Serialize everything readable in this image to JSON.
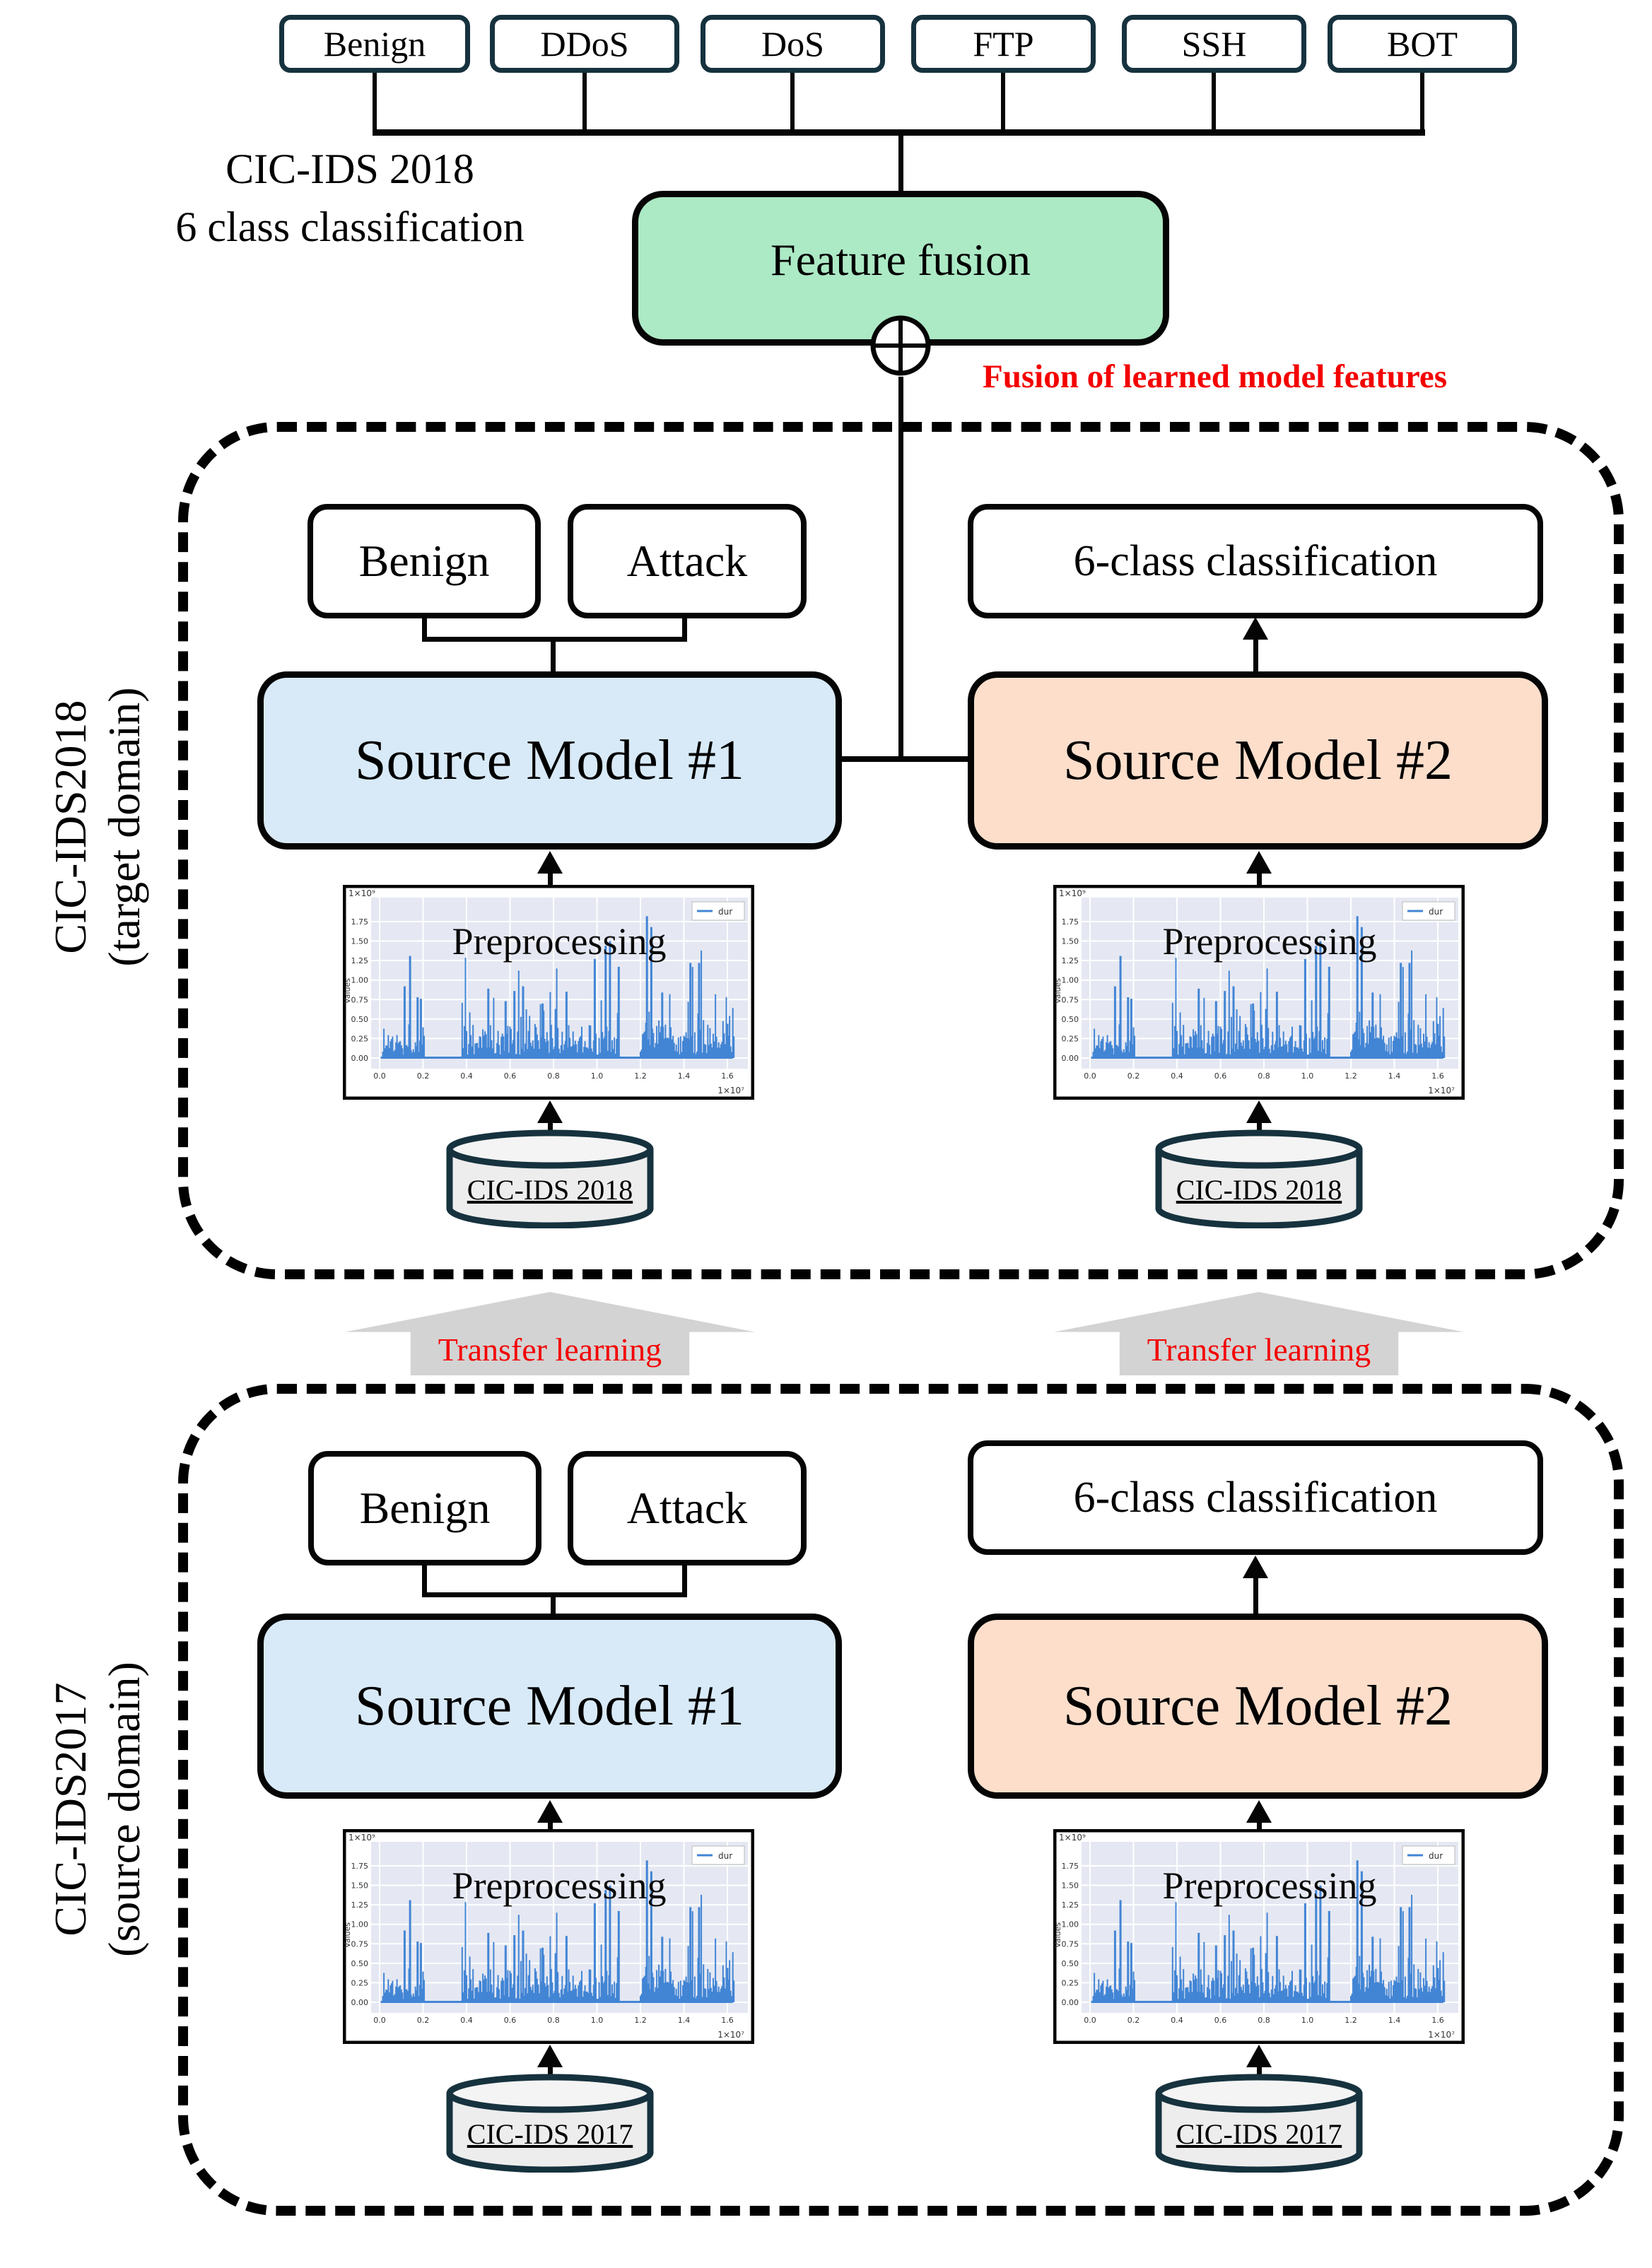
{
  "top": {
    "class_labels": [
      "Benign",
      "DDoS",
      "DoS",
      "FTP",
      "SSH",
      "BOT"
    ],
    "dataset_title": "CIC-IDS 2018",
    "dataset_subtitle": "6 class classification",
    "fusion_box_label": "Feature fusion",
    "fusion_note": "Fusion of learned model features"
  },
  "target_domain": {
    "side_label": "CIC-IDS2018",
    "side_sublabel": "(target domain)",
    "benign_label": "Benign",
    "attack_label": "Attack",
    "six_class_label": "6-class classification",
    "model1_label": "Source Model #1",
    "model2_label": "Source Model #2",
    "database_label": "CIC-IDS 2018"
  },
  "transfer_learning": {
    "left_label": "Transfer learning",
    "right_label": "Transfer learning"
  },
  "source_domain": {
    "side_label": "CIC-IDS2017",
    "side_sublabel": "(source domain)",
    "benign_label": "Benign",
    "attack_label": "Attack",
    "six_class_label": "6-class classification",
    "model1_label": "Source Model #1",
    "model2_label": "Source Model #2",
    "database_label": "CIC-IDS 2017"
  },
  "chart": {
    "type": "bar",
    "title": "Preprocessing",
    "ylabel": "Values",
    "y_scale_label": "1×10⁹",
    "x_scale_label": "1×10⁷",
    "y_ticks": [
      "1.75",
      "1.50",
      "1.25",
      "1.00",
      "0.75",
      "0.50",
      "0.25",
      "0.00"
    ],
    "x_ticks": [
      "0.0",
      "0.2",
      "0.4",
      "0.6",
      "0.8",
      "1.0",
      "1.2",
      "1.4",
      "1.6"
    ],
    "legend_label": "dur",
    "xlim": [
      0.0,
      1.65
    ],
    "ylim": [
      0.0,
      1.85
    ],
    "clusters": [
      {
        "from": 0.015,
        "to": 0.21
      },
      {
        "from": 0.38,
        "to": 1.1
      },
      {
        "from": 1.2,
        "to": 1.63
      }
    ],
    "spikes": [
      {
        "x": 0.115,
        "v": 0.92
      },
      {
        "x": 0.14,
        "v": 1.31
      },
      {
        "x": 0.175,
        "v": 0.78
      },
      {
        "x": 0.19,
        "v": 0.76
      },
      {
        "x": 0.5,
        "v": 0.89
      },
      {
        "x": 0.58,
        "v": 0.73
      },
      {
        "x": 0.62,
        "v": 0.86
      },
      {
        "x": 0.66,
        "v": 0.92
      },
      {
        "x": 0.75,
        "v": 0.7
      },
      {
        "x": 0.81,
        "v": 0.63
      },
      {
        "x": 0.86,
        "v": 0.85
      },
      {
        "x": 0.99,
        "v": 1.27
      },
      {
        "x": 1.04,
        "v": 1.44
      },
      {
        "x": 1.06,
        "v": 1.5
      },
      {
        "x": 1.1,
        "v": 1.17
      },
      {
        "x": 1.23,
        "v": 1.82
      },
      {
        "x": 1.25,
        "v": 1.68
      },
      {
        "x": 1.3,
        "v": 0.84
      },
      {
        "x": 1.43,
        "v": 1.22
      },
      {
        "x": 1.47,
        "v": 1.22
      },
      {
        "x": 1.6,
        "v": 0.44
      }
    ],
    "seed": 1337,
    "bar_color": "#4285d5",
    "plot_bg": "#e5e8f2"
  },
  "colors": {
    "fusion_green": "#ace9c5",
    "model1_blue": "#d8eaf8",
    "model2_peach": "#fcdecb",
    "class_border": "#16323e",
    "db_border": "#16323e",
    "db_fill": "#ededed",
    "accent_red": "#f40000",
    "arrow_gray": "#d3d3d3"
  }
}
